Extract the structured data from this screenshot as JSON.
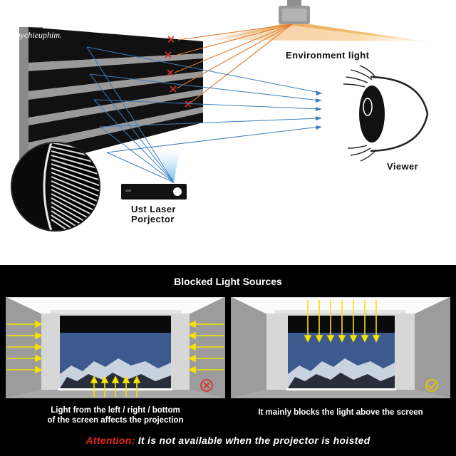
{
  "watermark": "maychieuphim.",
  "labels": {
    "environment_light": "Environment light",
    "viewer": "Viewer",
    "projector_line1": "Ust Laser",
    "projector_line2": "Porjector"
  },
  "bottom": {
    "title": "Blocked Light Sources",
    "left_caption_line1": "Light from the left / right / bottom",
    "left_caption_line2": "of the screen affects the projection",
    "right_caption": "It mainly blocks the light above the screen",
    "attention_label": "Attention:",
    "attention_text": " It is not available when the projector is hoisted"
  },
  "colors": {
    "arrow_yellow": "#f5e400",
    "bad_mark": "#d9302a",
    "good_mark": "#e8c400",
    "attention_red": "#e8261d",
    "blue_ray": "#3a7ebf",
    "orange_ray": "#e07a2c"
  },
  "icons": [
    "projector-icon",
    "eye-icon",
    "laser-projector-icon",
    "cross-icon",
    "check-icon"
  ]
}
